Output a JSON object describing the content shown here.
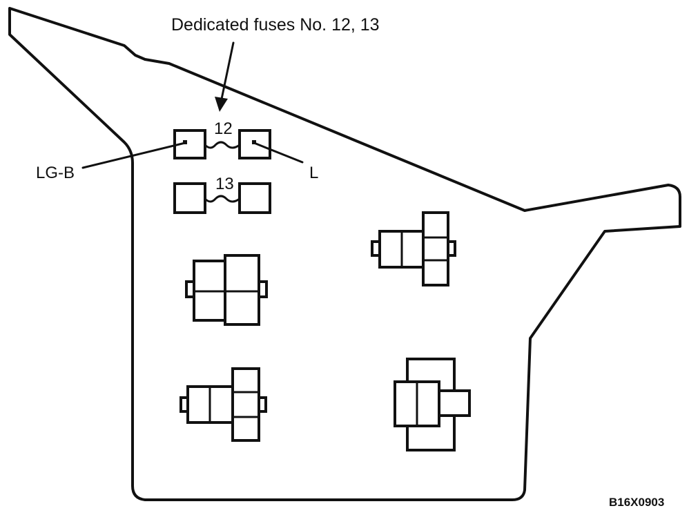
{
  "diagram": {
    "title": "Dedicated fuses No. 12, 13",
    "fuse_12_label": "12",
    "fuse_13_label": "13",
    "wire_left_label": "LG-B",
    "wire_right_label": "L",
    "figure_code": "B16X0903"
  }
}
